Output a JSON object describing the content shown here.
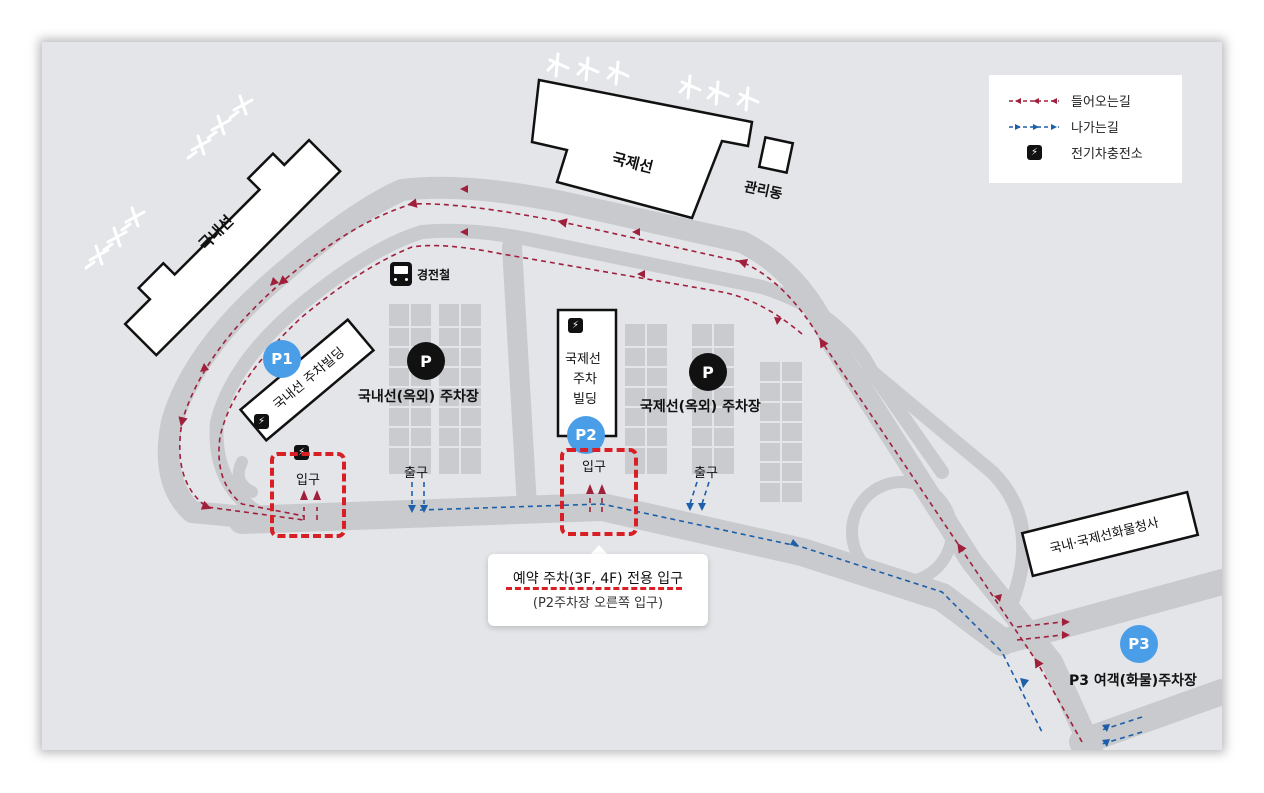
{
  "map": {
    "terminals": {
      "international": "국제선",
      "domestic": "국내선",
      "admin": "관리동",
      "cargo": "국내·국제선화물청사"
    },
    "rail": {
      "icon": "train-icon",
      "label": "경전철"
    },
    "parking": {
      "p1_badge": "P1",
      "p1_building": "국내선 주차빌딩",
      "p2_badge": "P2",
      "p2_building_line1": "국제선",
      "p2_building_line2": "주차",
      "p2_building_line3": "빌딩",
      "p3_badge": "P3",
      "p3_label": "P3 여객(화물)주차장",
      "domestic_outdoor_badge": "P",
      "domestic_outdoor": "국내선(옥외) 주차장",
      "international_outdoor_badge": "P",
      "international_outdoor": "국제선(옥외) 주차장"
    },
    "gates": {
      "entrance_p1": "입구",
      "entrance_p2": "입구",
      "exit_domestic": "출구",
      "exit_international": "출구"
    },
    "callout": {
      "title": "예약 주차(3F, 4F) 전용 입구",
      "subtitle": "(P2주차장 오른쪽 입구)"
    },
    "legend": {
      "incoming": "들어오는길",
      "outgoing": "나가는길",
      "ev_charging": "전기차충전소"
    },
    "colors": {
      "incoming": "#a0203c",
      "outgoing": "#1d5fa8",
      "highlight": "#d81f26",
      "badge_blue": "#4a9ee8",
      "road": "#c8cacd",
      "background": "#e3e5e8"
    }
  }
}
